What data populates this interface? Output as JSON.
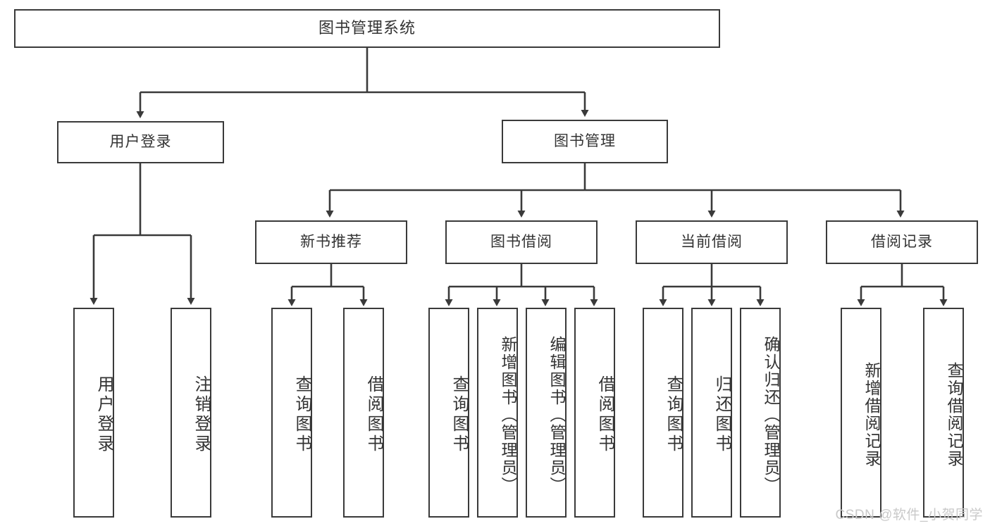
{
  "diagram": {
    "title": "图书管理系统",
    "type": "tree",
    "root": {
      "label": "图书管理系统"
    },
    "level2": [
      {
        "label": "用户登录"
      },
      {
        "label": "图书管理"
      }
    ],
    "level3": [
      {
        "label": "新书推荐"
      },
      {
        "label": "图书借阅"
      },
      {
        "label": "当前借阅"
      },
      {
        "label": "借阅记录"
      }
    ],
    "leaves": {
      "user_login": [
        {
          "label": "用户登录"
        },
        {
          "label": "注销登录"
        }
      ],
      "new_book_recommend": [
        {
          "label": "查询图书"
        },
        {
          "label": "借阅图书"
        }
      ],
      "book_borrow": [
        {
          "label": "查询图书"
        },
        {
          "label": "新增图书（管理员）"
        },
        {
          "label": "编辑图书（管理员）"
        },
        {
          "label": "借阅图书"
        }
      ],
      "current_borrow": [
        {
          "label": "查询图书"
        },
        {
          "label": "归还图书"
        },
        {
          "label": "确认归还（管理员）"
        }
      ],
      "borrow_record": [
        {
          "label": "新增借阅记录"
        },
        {
          "label": "查询借阅记录"
        }
      ]
    }
  },
  "watermark": {
    "text": "CSDN @软件_小贺同学"
  },
  "colors": {
    "box_border": "#3a3a3a",
    "text": "#333333",
    "background": "#ffffff",
    "watermark": "#c9c9c9"
  }
}
